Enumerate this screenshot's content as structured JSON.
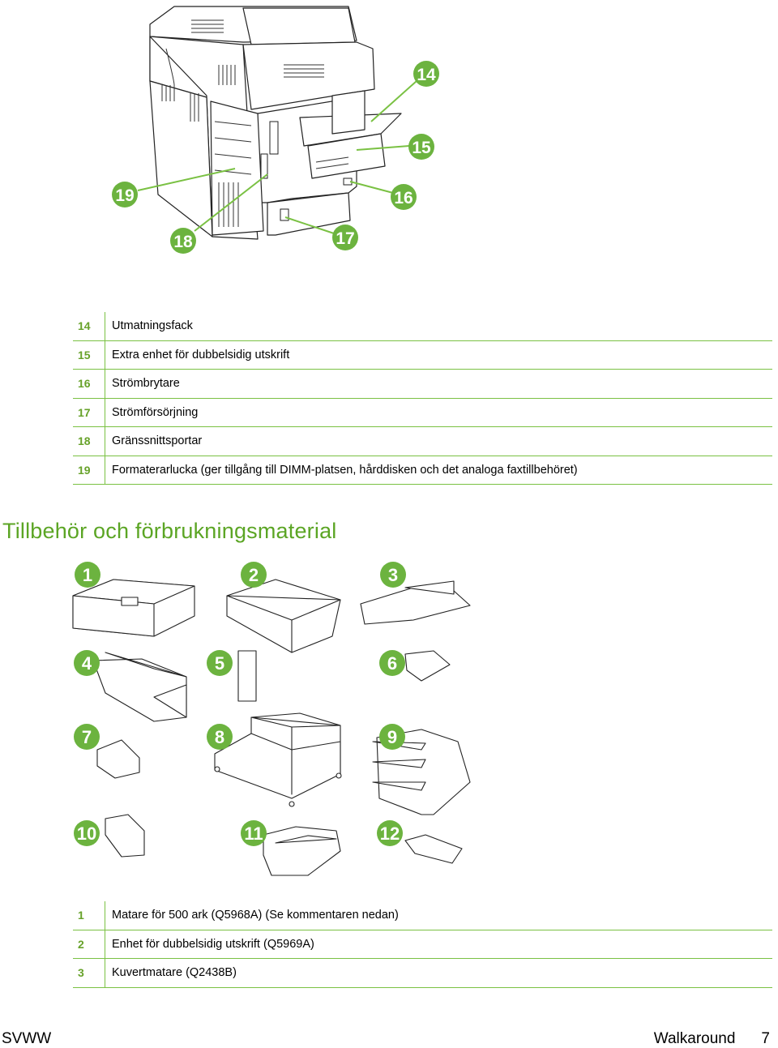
{
  "printer_callouts": [
    {
      "num": "14",
      "label": "Utmatningsfack"
    },
    {
      "num": "15",
      "label": "Extra enhet för dubbelsidig utskrift"
    },
    {
      "num": "16",
      "label": "Strömbrytare"
    },
    {
      "num": "17",
      "label": "Strömförsörjning"
    },
    {
      "num": "18",
      "label": "Gränssnittsportar"
    },
    {
      "num": "19",
      "label": "Formaterarlucka (ger tillgång till DIMM-platsen, hårddisken och det analoga faxtillbehöret)"
    }
  ],
  "section_title": "Tillbehör och förbrukningsmaterial",
  "accessory_badges": [
    "1",
    "2",
    "3",
    "4",
    "5",
    "6",
    "7",
    "8",
    "9",
    "10",
    "11",
    "12"
  ],
  "accessory_callouts": [
    {
      "num": "1",
      "label": "Matare för 500 ark (Q5968A) (Se kommentaren nedan)"
    },
    {
      "num": "2",
      "label": "Enhet för dubbelsidig utskrift (Q5969A)"
    },
    {
      "num": "3",
      "label": "Kuvertmatare (Q2438B)"
    }
  ],
  "footer": {
    "left": "SVWW",
    "section": "Walkaround",
    "page": "7"
  },
  "colors": {
    "accent": "#7ac143",
    "accent_dark": "#5ba524",
    "badge": "#6cb33f"
  }
}
